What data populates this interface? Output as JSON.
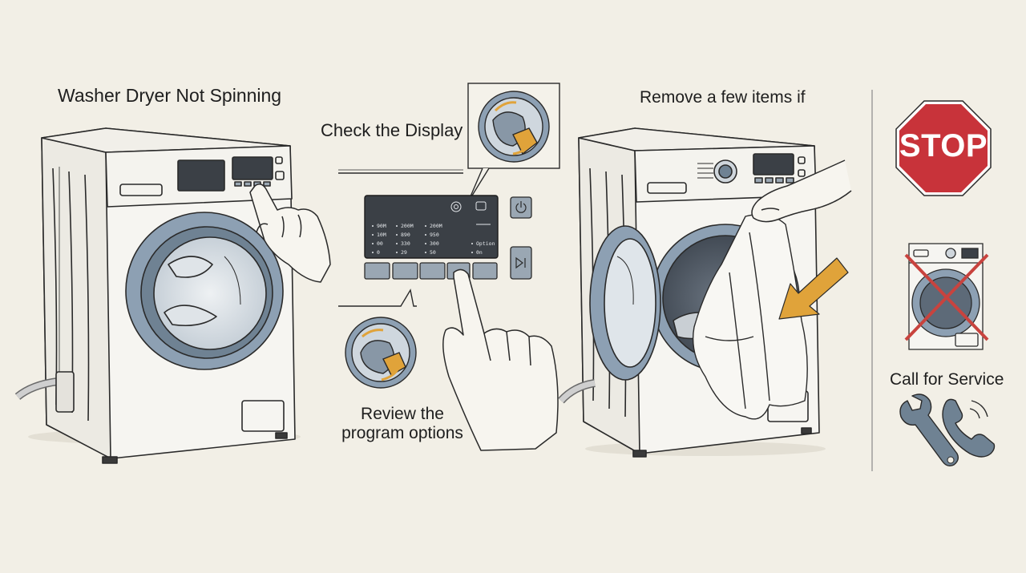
{
  "heading": "Washer Dryer Not Spinning",
  "steps": {
    "check_display": "Check the Display",
    "review_line1": "Review the",
    "review_line2": "program options",
    "remove_items": "Remove a few items if",
    "call_service": "Call for Service"
  },
  "stop_sign": "STOP",
  "display_panel": {
    "rows": [
      [
        "90M",
        "200M",
        "200M"
      ],
      [
        "10M",
        "890",
        "950"
      ],
      [
        "00",
        "330",
        "300",
        "Option"
      ],
      [
        "0",
        "29",
        "50",
        "0n"
      ]
    ]
  },
  "icons": {
    "stop": "stop-sign-icon",
    "no_washer": "crossed-out-washer-icon",
    "wrench": "wrench-icon",
    "phone": "phone-icon",
    "arrow": "orange-arrow-icon"
  },
  "colors": {
    "background": "#f2efe6",
    "stop_red": "#c8333a",
    "cross_red": "#c8433e",
    "accent_orange": "#e0a33a",
    "door_blue": "#8da0b3",
    "panel_dark": "#3b4046"
  }
}
